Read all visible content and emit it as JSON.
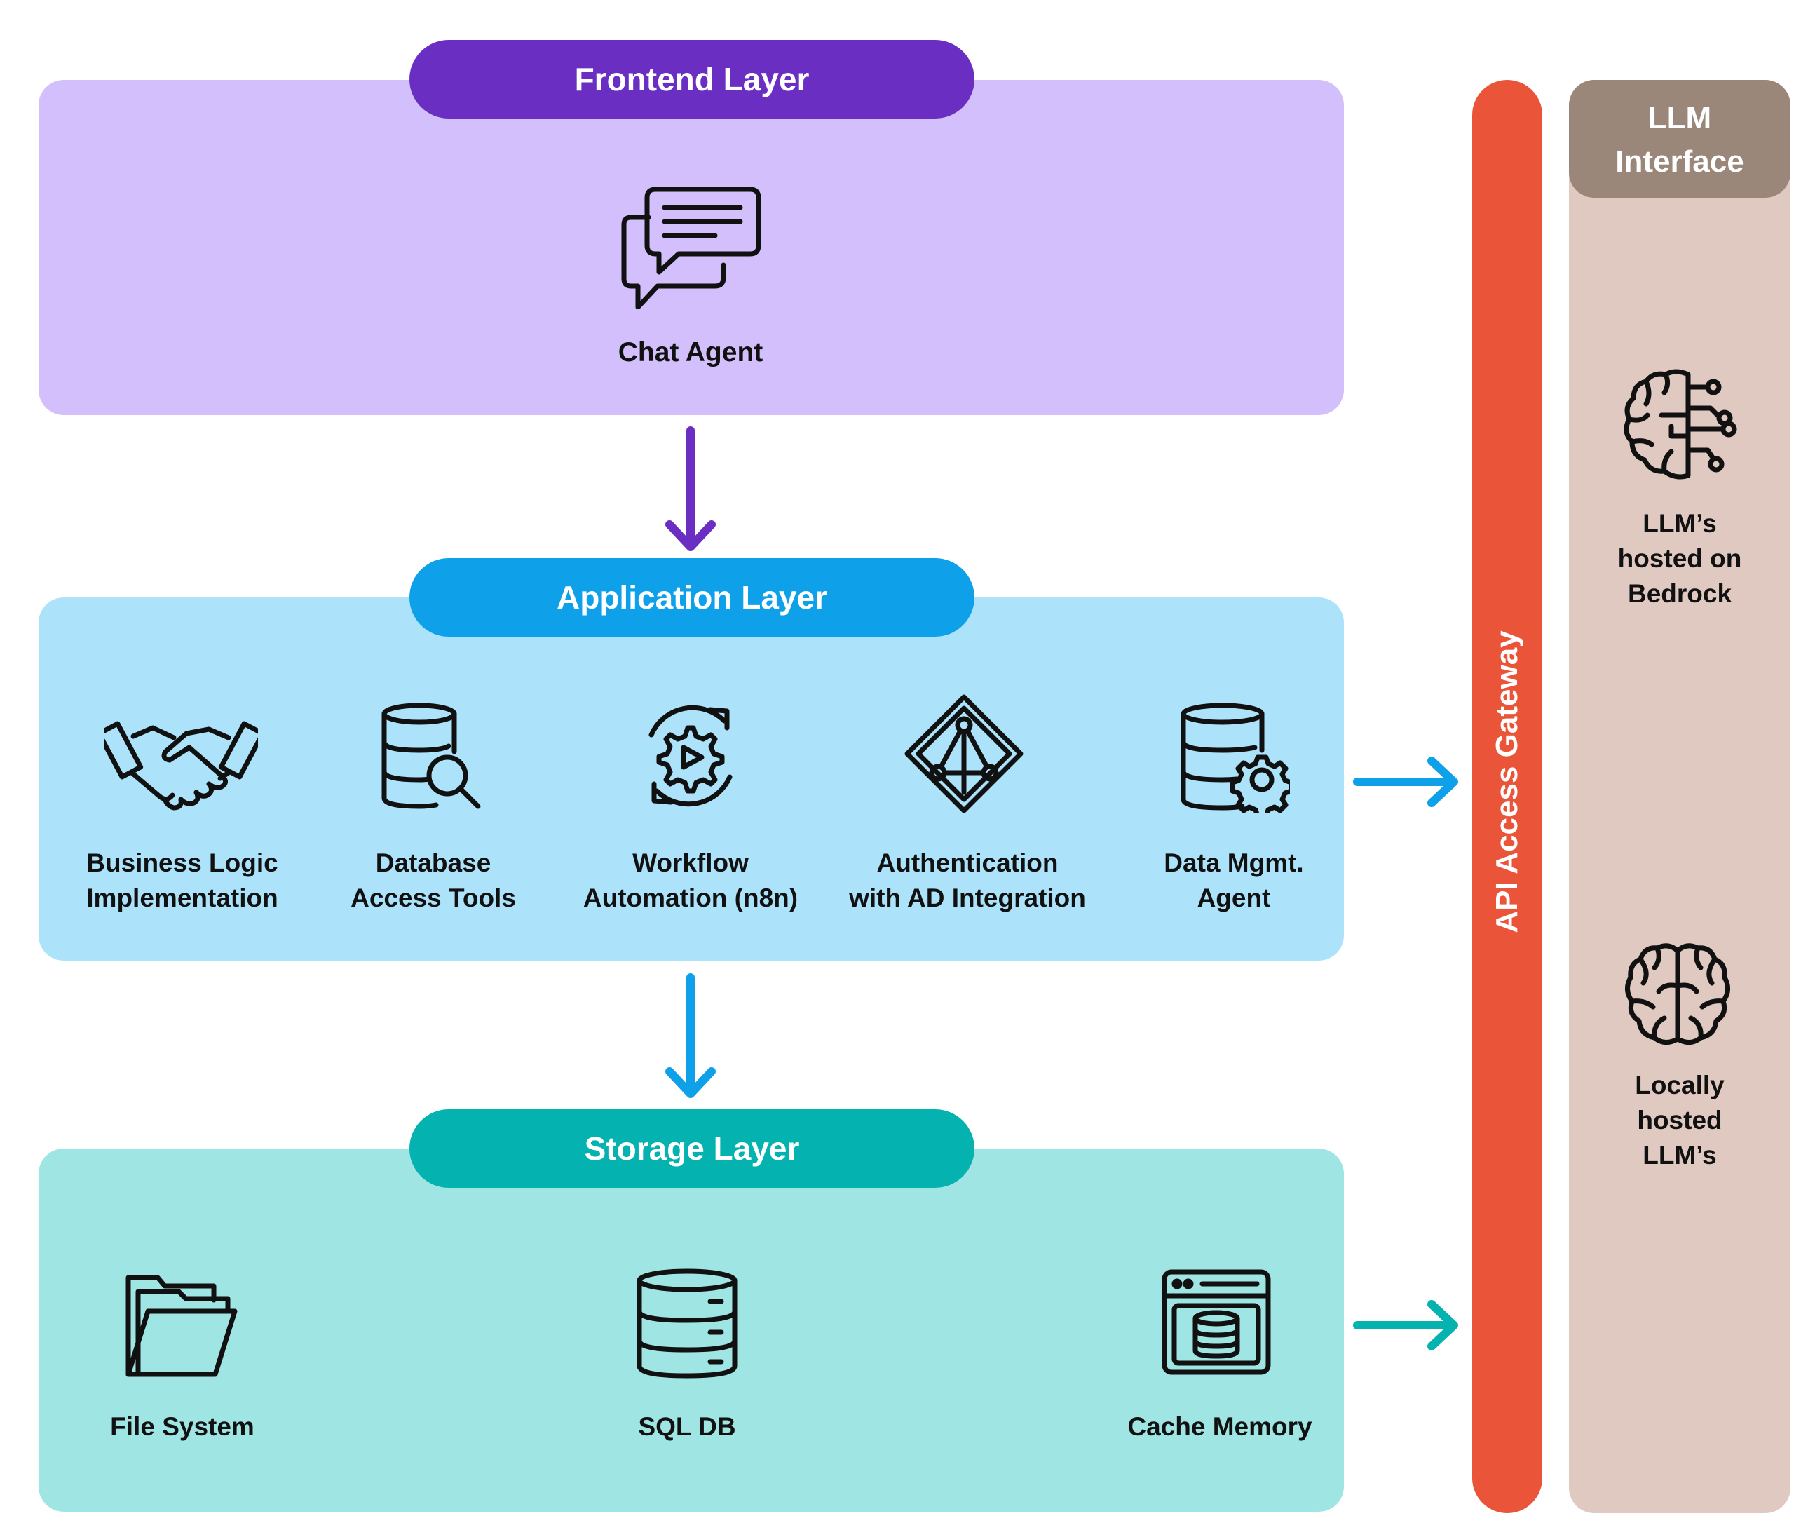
{
  "frontend": {
    "title": "Frontend Layer",
    "items": [
      {
        "label": "Chat Agent",
        "icon": "chat-icon"
      }
    ]
  },
  "application": {
    "title": "Application Layer",
    "items": [
      {
        "label": "Business Logic\nImplementation",
        "icon": "handshake-icon"
      },
      {
        "label": "Database\nAccess Tools",
        "icon": "database-search-icon"
      },
      {
        "label": "Workflow\nAutomation (n8n)",
        "icon": "workflow-icon"
      },
      {
        "label": "Authentication\nwith AD Integration",
        "icon": "authentication-icon"
      },
      {
        "label": "Data Mgmt.\nAgent",
        "icon": "database-gear-icon"
      }
    ]
  },
  "storage": {
    "title": "Storage Layer",
    "items": [
      {
        "label": "File System",
        "icon": "folder-icon"
      },
      {
        "label": "SQL DB",
        "icon": "server-database-icon"
      },
      {
        "label": "Cache Memory",
        "icon": "cache-window-icon"
      }
    ]
  },
  "gateway": {
    "label": "API Access Gateway"
  },
  "llm": {
    "title": "LLM\nInterface",
    "items": [
      {
        "label": "LLM’s\nhosted on\nBedrock",
        "icon": "ai-brain-circuit-icon"
      },
      {
        "label": "Locally\nhosted\nLLM’s",
        "icon": "brain-icon"
      }
    ]
  },
  "colors": {
    "frontend_panel": "#d3bffb",
    "frontend_accent": "#6a2ec2",
    "application_panel": "#ace3fb",
    "application_accent": "#0ea0e8",
    "storage_panel": "#9fe5e3",
    "storage_accent": "#04b2b0",
    "gateway": "#ea553a",
    "llm_panel": "#dfc9c0",
    "llm_header": "#9b867a"
  }
}
